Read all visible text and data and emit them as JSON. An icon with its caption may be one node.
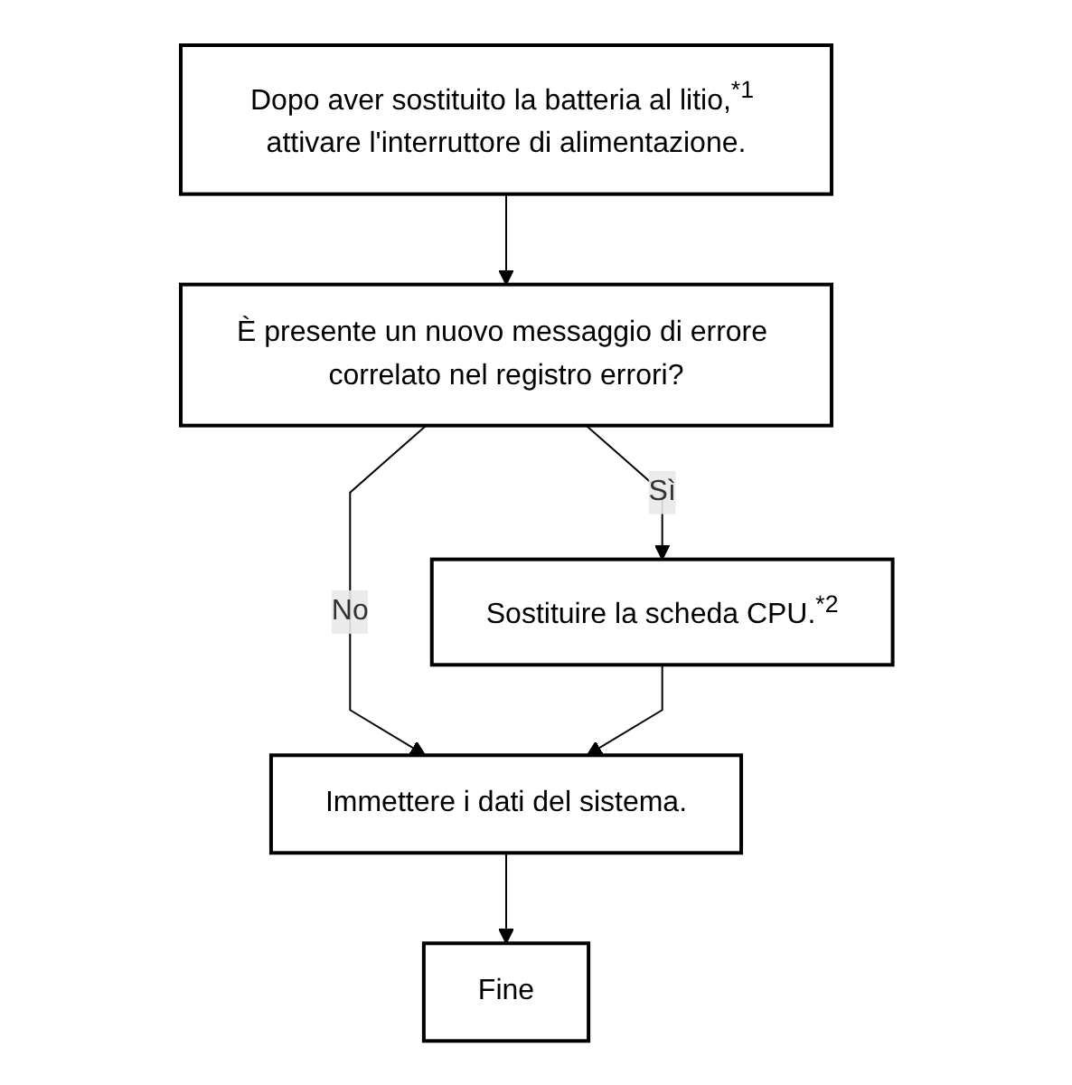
{
  "diagram": {
    "nodes": [
      {
        "text": [
          "Dopo aver sostituito la batteria al litio,$^{*1}$ attivare l'interruttore di alimentazione."
        ]
      },
      {
        "text": [
          "È presente un nuovo messaggio di errore correlato nel registro errori?"
        ]
      },
      {
        "text": [
          "Sostituire la scheda CPU.$^{*2}$"
        ]
      },
      {
        "text": [
          "Immettere i dati del sistema."
        ]
      },
      {
        "text": [
          "Fine"
        ]
      }
    ],
    "edges": [
      {
        "from": 0,
        "to": 1,
        "arrow": "to"
      },
      {
        "from": 1,
        "to": 2,
        "arrow": "to",
        "label": "Sì"
      },
      {
        "from": 1,
        "to": 3,
        "arrow": "to",
        "label": "No"
      },
      {
        "from": 2,
        "to": 3,
        "arrow": "to"
      },
      {
        "from": 3,
        "to": 4,
        "arrow": "to"
      }
    ]
  }
}
